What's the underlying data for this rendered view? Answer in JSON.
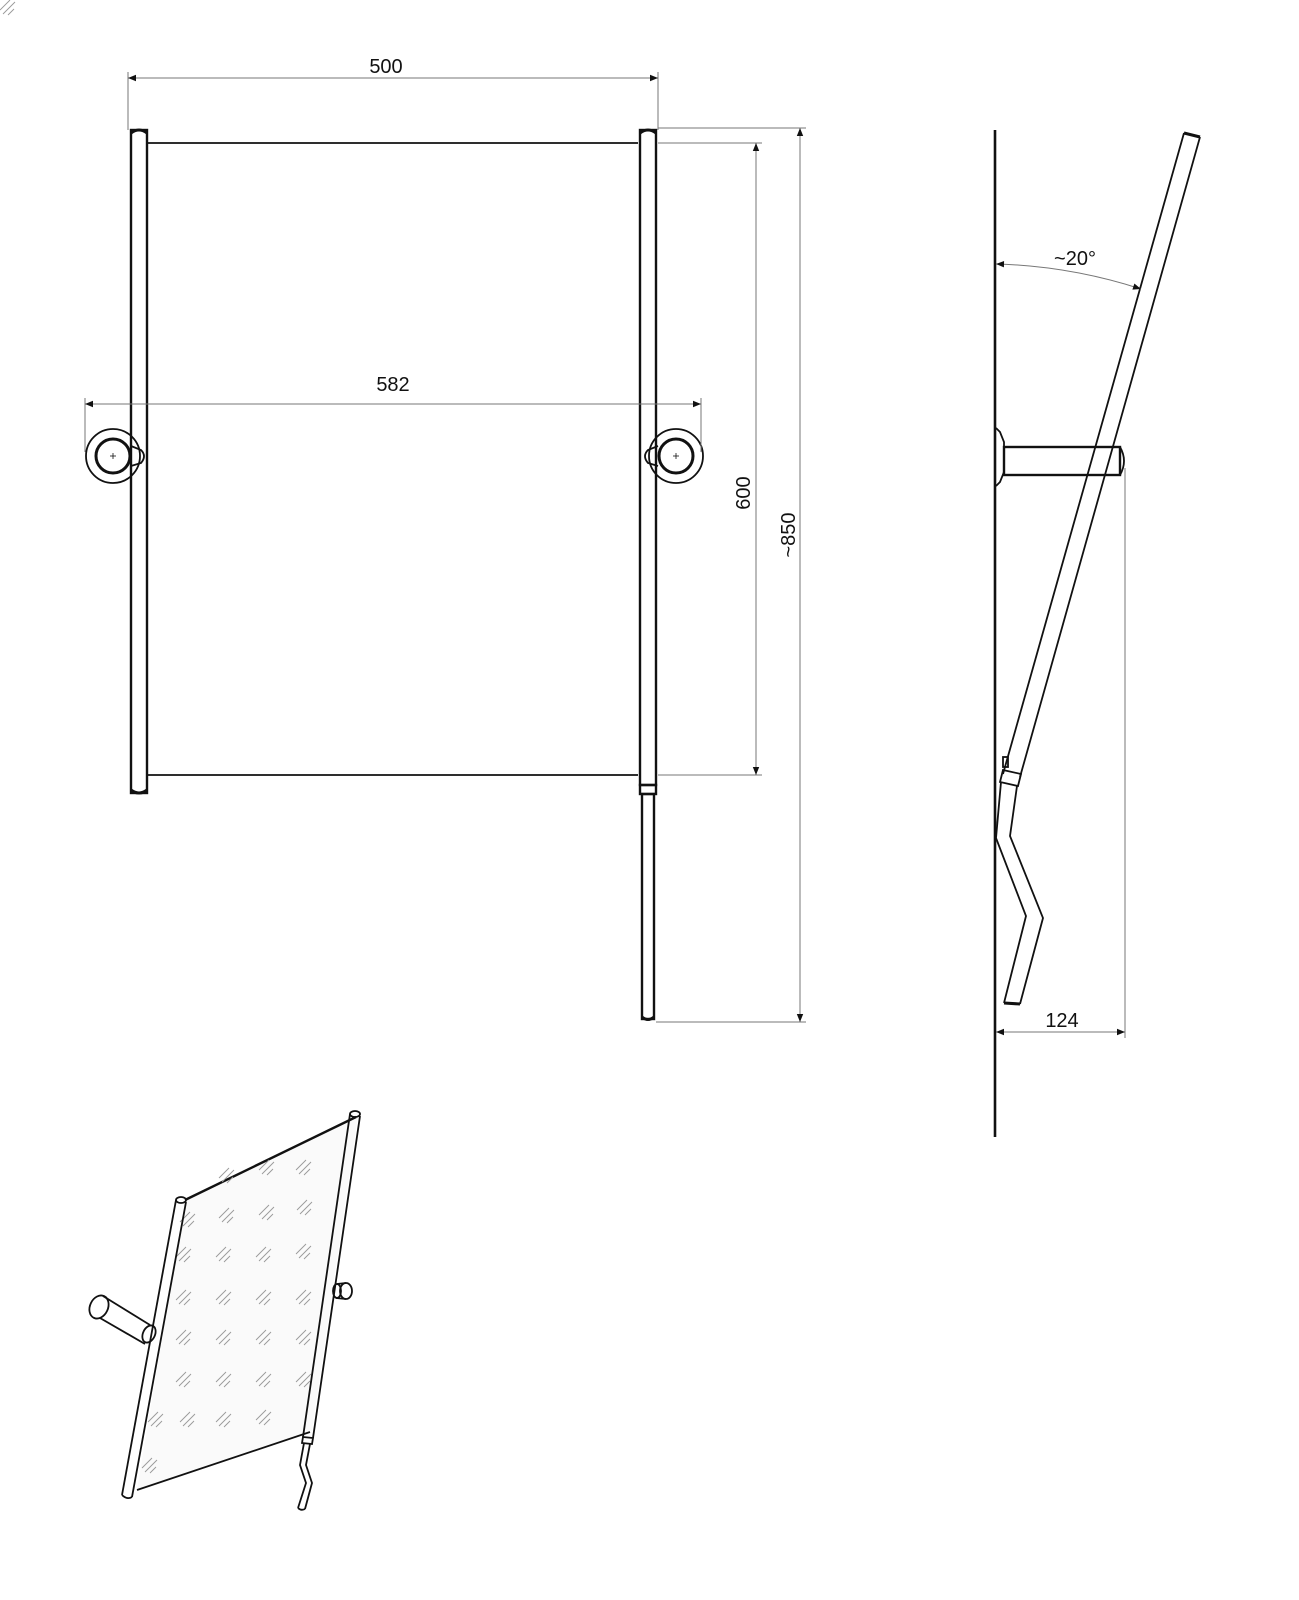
{
  "drawing": {
    "subject": "tilting mirror technical drawing",
    "line_color": "#111111",
    "dim_line_color": "#777777",
    "background": "#ffffff"
  },
  "front_view": {
    "dimensions": {
      "width": "500",
      "mount_width": "582",
      "mirror_height": "600",
      "total_height": "~850"
    }
  },
  "side_view": {
    "dimensions": {
      "tilt_angle": "~20°",
      "projection": "124"
    }
  },
  "iso_view": {
    "glass_pattern": "diagonal hatch reflections"
  }
}
